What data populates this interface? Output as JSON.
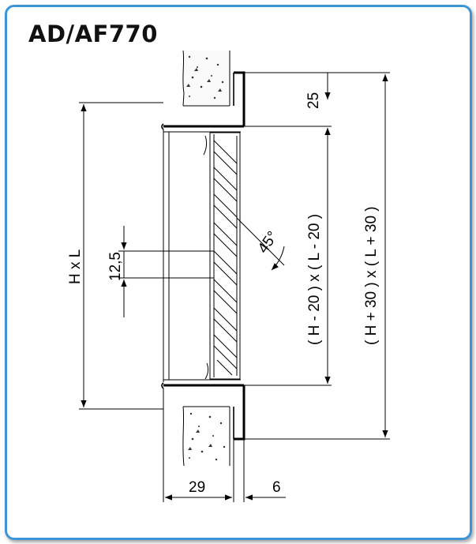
{
  "title": "AD/AF770",
  "dimensions": {
    "frame_offset": "25",
    "slat_pitch": "12,5",
    "slat_angle": "45°",
    "overall_nominal": "H x L",
    "inner_size": "( H - 20 )  x  ( L - 20 )",
    "outer_size": "( H + 30 )  x  ( L + 30 )",
    "depth": "29",
    "flange": "6"
  }
}
